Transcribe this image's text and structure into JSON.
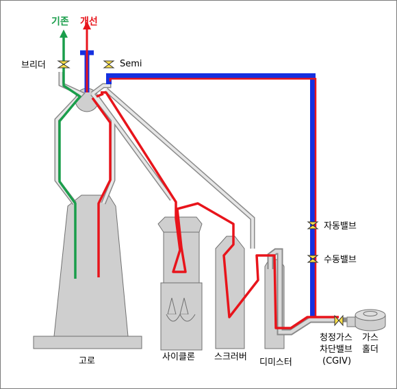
{
  "legend": {
    "existing": {
      "label": "기존",
      "color": "#1a9e4b"
    },
    "improved": {
      "label": "개선",
      "color": "#e8141b"
    }
  },
  "colors": {
    "equipment_fill": "#cfcfcf",
    "equipment_stroke": "#6f6f6f",
    "pipe_blue": "#1530e0",
    "valve": "#ffe14a",
    "gray_line": "#8a8a8a"
  },
  "labels": {
    "bleeder": "브리더",
    "semi": "Semi",
    "furnace": "고로",
    "cyclone": "사이클론",
    "scrubber": "스크러버",
    "demister": "디미스터",
    "auto_valve": "자동밸브",
    "manual_valve": "수동밸브",
    "cgiv_line1": "청정가스",
    "cgiv_line2": "차단밸브",
    "cgiv_line3": "(CGIV)",
    "gas_holder_line1": "가스",
    "gas_holder_line2": "홀더"
  }
}
